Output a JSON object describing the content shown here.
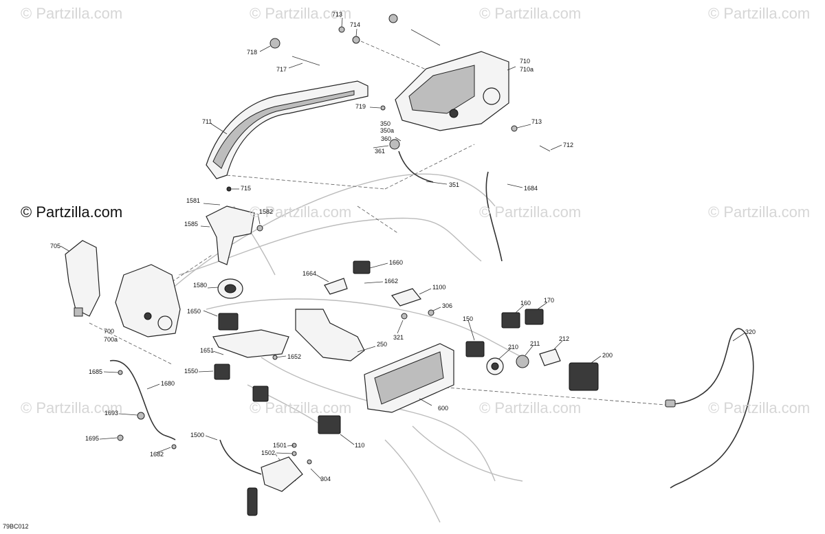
{
  "watermark": {
    "text": "© Partzilla.com",
    "color": "#d6d6d6",
    "strong_color": "#111111"
  },
  "diagram_code": "79BC012",
  "part_labels": [
    "713",
    "714",
    "718",
    "717",
    "711",
    "719",
    "350",
    "350a",
    "360",
    "361",
    "351",
    "710",
    "710a",
    "713",
    "712",
    "1684",
    "715",
    "1581",
    "1582",
    "1585",
    "705",
    "1664",
    "1660",
    "1662",
    "1100",
    "1580",
    "306",
    "700",
    "700a",
    "1650",
    "321",
    "160",
    "170",
    "150",
    "250",
    "210",
    "211",
    "212",
    "1651",
    "1652",
    "200",
    "1685",
    "1550",
    "320",
    "1680",
    "600",
    "1693",
    "1695",
    "1682",
    "1500",
    "1501",
    "1502",
    "110",
    "304"
  ],
  "icons": {
    "copyright": "copyright-symbol"
  }
}
